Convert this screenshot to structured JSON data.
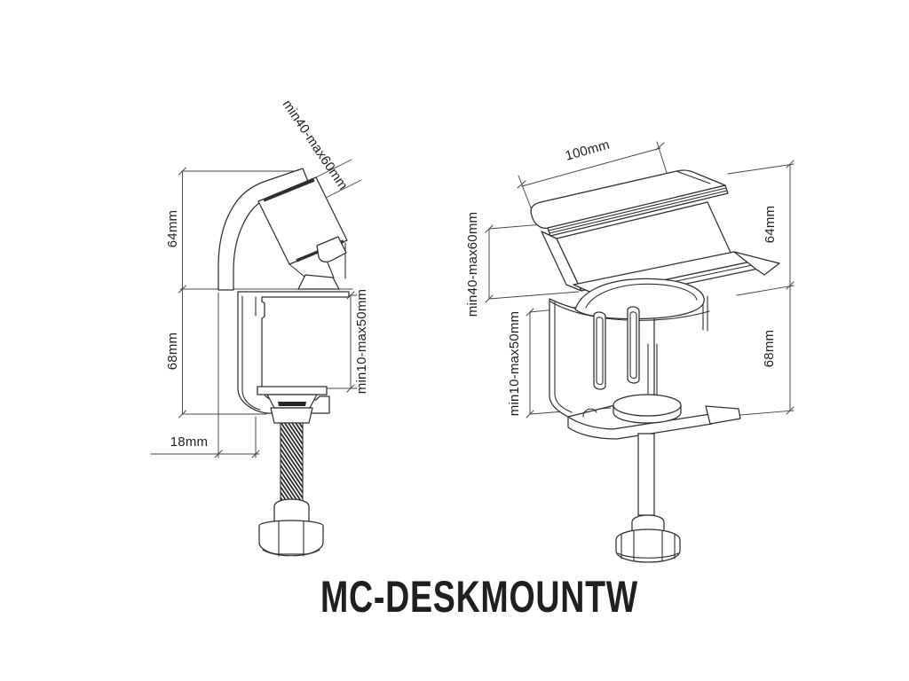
{
  "title": "MC-DESKMOUNTW",
  "side_view": {
    "vesa_range": "min40-max60mm",
    "upper_height": "64mm",
    "lower_height": "68mm",
    "back_offset": "18mm",
    "clamp_range": "min10-max50mm"
  },
  "perspective_view": {
    "plate_width": "100mm",
    "vesa_range": "min40-max60mm",
    "clamp_range": "min10-max50mm",
    "upper_height": "64mm",
    "lower_height": "68mm"
  },
  "colors": {
    "background": "#ffffff",
    "line": "#2f2f2f",
    "dimension": "#454545",
    "text": "#1f1f1f"
  }
}
